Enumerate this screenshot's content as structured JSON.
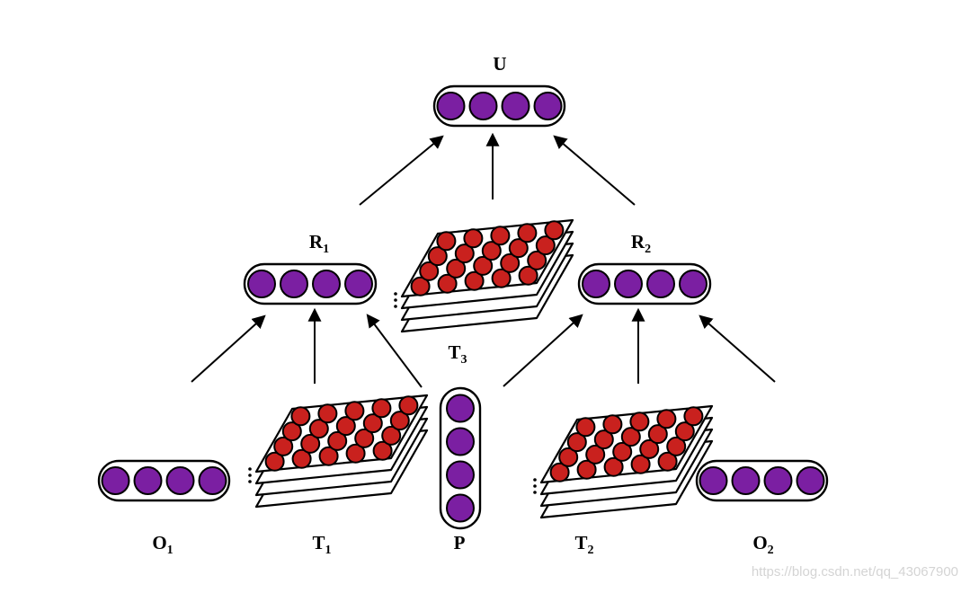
{
  "nodes": {
    "U": {
      "label": "U",
      "sub": "",
      "kind": "vector-horizontal",
      "units": 4,
      "unit_color": "#7b1fa2"
    },
    "R1": {
      "label": "R",
      "sub": "1",
      "kind": "vector-horizontal",
      "units": 4,
      "unit_color": "#7b1fa2"
    },
    "R2": {
      "label": "R",
      "sub": "2",
      "kind": "vector-horizontal",
      "units": 4,
      "unit_color": "#7b1fa2"
    },
    "T1": {
      "label": "T",
      "sub": "1",
      "kind": "tensor-stack",
      "rows": 4,
      "cols": 5,
      "sheets": 4,
      "unit_color": "#c9211e"
    },
    "T2": {
      "label": "T",
      "sub": "2",
      "kind": "tensor-stack",
      "rows": 4,
      "cols": 5,
      "sheets": 4,
      "unit_color": "#c9211e"
    },
    "T3": {
      "label": "T",
      "sub": "3",
      "kind": "tensor-stack",
      "rows": 4,
      "cols": 5,
      "sheets": 4,
      "unit_color": "#c9211e"
    },
    "P": {
      "label": "P",
      "sub": "",
      "kind": "vector-vertical",
      "units": 4,
      "unit_color": "#7b1fa2"
    },
    "O1": {
      "label": "O",
      "sub": "1",
      "kind": "vector-horizontal",
      "units": 4,
      "unit_color": "#7b1fa2"
    },
    "O2": {
      "label": "O",
      "sub": "2",
      "kind": "vector-horizontal",
      "units": 4,
      "unit_color": "#7b1fa2"
    }
  },
  "edges": [
    {
      "from": "O1",
      "to": "R1"
    },
    {
      "from": "T1",
      "to": "R1"
    },
    {
      "from": "P",
      "to": "R1"
    },
    {
      "from": "P",
      "to": "R2"
    },
    {
      "from": "T2",
      "to": "R2"
    },
    {
      "from": "O2",
      "to": "R2"
    },
    {
      "from": "R1",
      "to": "U"
    },
    {
      "from": "T3",
      "to": "U"
    },
    {
      "from": "R2",
      "to": "U"
    }
  ],
  "watermark": "https://blog.csdn.net/qq_43067900",
  "colors": {
    "unit_purple": "#7b1fa2",
    "unit_red": "#c9211e",
    "stroke": "#000000",
    "background": "#ffffff",
    "watermark_gray": "#d4d4d4"
  }
}
